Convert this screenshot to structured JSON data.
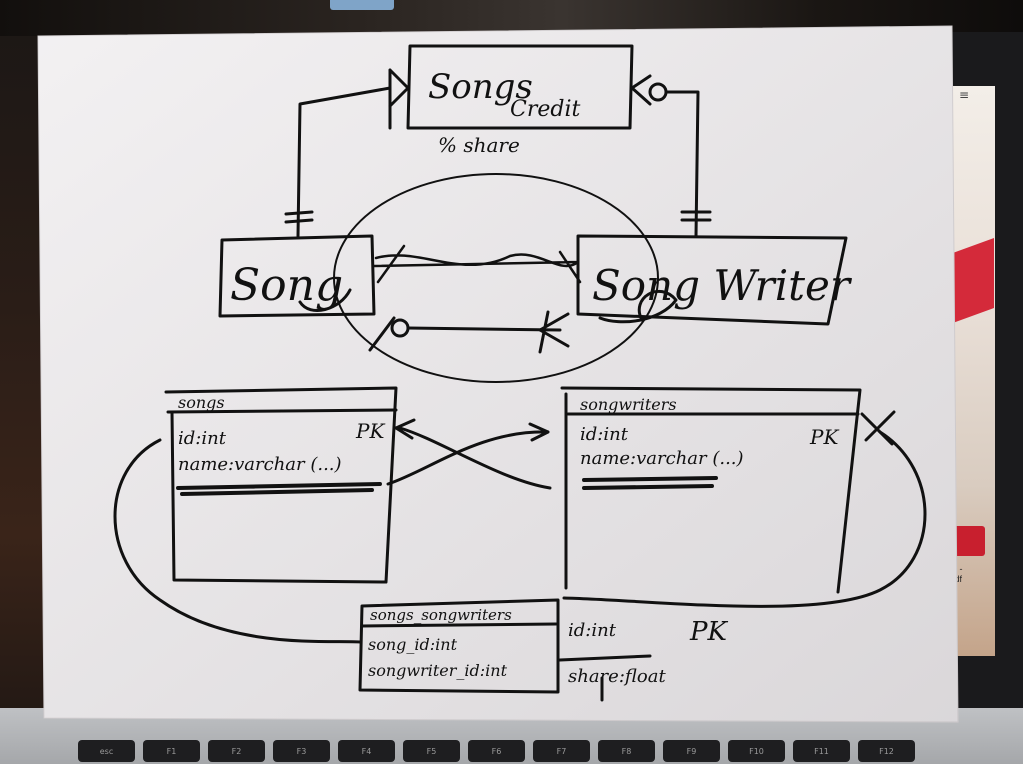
{
  "diagram": {
    "entities": {
      "credit": "Credit",
      "credit_text": "Songs",
      "share": "% share",
      "song": "Song",
      "writer": "Song Writer"
    },
    "songs_table": {
      "title": "songs",
      "pk": "PK",
      "fields": [
        "id:int",
        "name:varchar (...)"
      ]
    },
    "writers_table": {
      "title": "songwriters",
      "pk": "PK",
      "fields": [
        "id:int",
        "name:varchar (...)"
      ]
    },
    "join_table": {
      "title": "songs_songwriters",
      "fields": [
        "song_id:int",
        "songwriter_id:int"
      ],
      "extra_fields": [
        "id:int",
        "share:float"
      ],
      "pk": "PK"
    }
  },
  "laptop": {
    "screen_icon": "≡",
    "screen_file": "ett -\n.pdf",
    "keys": [
      "esc",
      "F1",
      "F2",
      "F3",
      "F4",
      "F5",
      "F6",
      "F7",
      "F8",
      "F9",
      "F10",
      "F11",
      "F12"
    ]
  }
}
